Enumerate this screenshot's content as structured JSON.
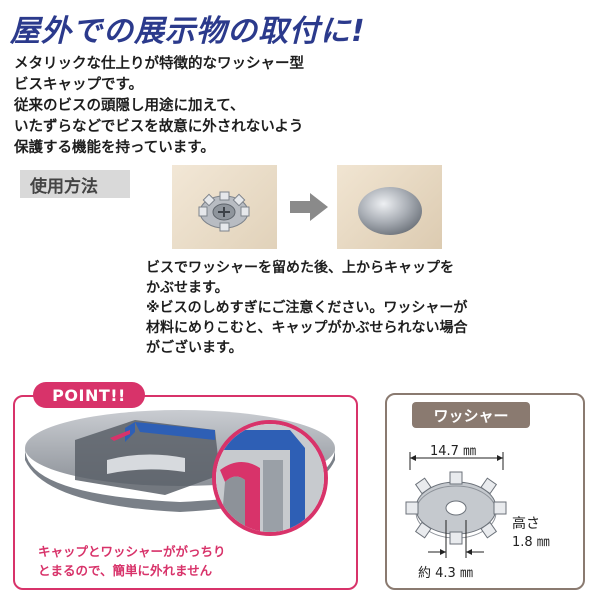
{
  "title": "屋外での展示物の取付に!",
  "description": [
    "メタリックな仕上りが特徴的なワッシャー型",
    "ビスキャップです。",
    "従来のビスの頭隠し用途に加えて、",
    "いたずらなどでビスを故意に外されないよう",
    "保護する機能を持っています。"
  ],
  "usage_label": "使用方法",
  "steps": [
    "ビスでワッシャーを留めた後、上からキャップを",
    "かぶせます。",
    "※ビスのしめすぎにご注意ください。ワッシャーが",
    "材料にめりこむと、キャップがかぶせられない場合",
    "がございます。"
  ],
  "point": {
    "badge": "POINT!!",
    "caption": [
      "キャップとワッシャーががっちり",
      "とまるので、簡単に外れません"
    ]
  },
  "washer": {
    "badge": "ワッシャー",
    "width_label": "14.7 ㎜",
    "height_title": "高さ",
    "height_value": "1.8 ㎜",
    "hole_label": "約 4.3 ㎜"
  },
  "colors": {
    "title": "#2b3a8c",
    "point_accent": "#d8336a",
    "washer_accent": "#8a7a70"
  }
}
